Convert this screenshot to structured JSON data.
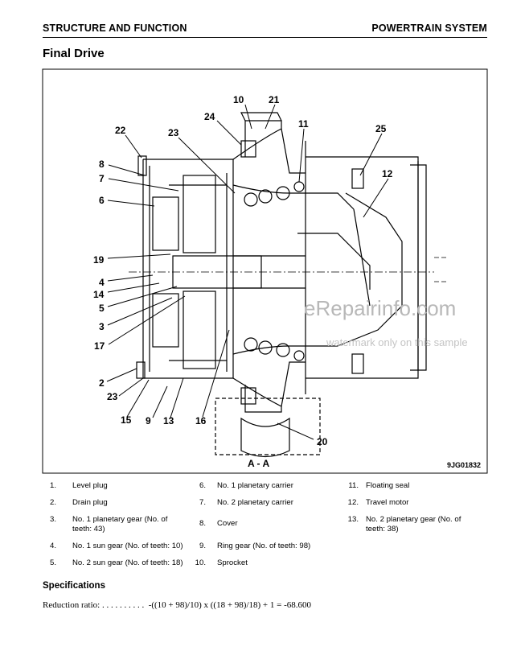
{
  "header": {
    "left": "STRUCTURE AND FUNCTION",
    "right": "POWERTRAIN SYSTEM"
  },
  "title": "Final Drive",
  "figure": {
    "section_label": "A - A",
    "figure_code": "9JG01832",
    "callouts": [
      "10",
      "21",
      "24",
      "11",
      "22",
      "23",
      "25",
      "8",
      "7",
      "12",
      "6",
      "19",
      "4",
      "14",
      "5",
      "3",
      "17",
      "2",
      "23",
      "15",
      "9",
      "13",
      "16",
      "20"
    ],
    "watermark": {
      "main": "eRepairinfo.com",
      "sub": "watermark only on this sample"
    }
  },
  "parts": [
    {
      "num": "1.",
      "name": "Level plug"
    },
    {
      "num": "2.",
      "name": "Drain plug"
    },
    {
      "num": "3.",
      "name": "No. 1 planetary gear (No. of teeth: 43)"
    },
    {
      "num": "4.",
      "name": "No. 1 sun gear (No. of teeth: 10)"
    },
    {
      "num": "5.",
      "name": "No. 2 sun gear (No. of teeth: 18)"
    },
    {
      "num": "6.",
      "name": "No. 1 planetary carrier"
    },
    {
      "num": "7.",
      "name": "No. 2 planetary carrier"
    },
    {
      "num": "8.",
      "name": "Cover"
    },
    {
      "num": "9.",
      "name": "Ring gear (No. of teeth: 98)"
    },
    {
      "num": "10.",
      "name": "Sprocket"
    },
    {
      "num": "11.",
      "name": "Floating seal"
    },
    {
      "num": "12.",
      "name": "Travel motor"
    },
    {
      "num": "13.",
      "name": "No. 2 planetary gear (No. of teeth: 38)"
    }
  ],
  "specifications": {
    "title": "Specifications",
    "label": "Reduction ratio:",
    "dots": " . . . . . . . . . .",
    "formula": "-((10 + 98)/10) x ((18 + 98)/18) + 1 = -68.600"
  }
}
